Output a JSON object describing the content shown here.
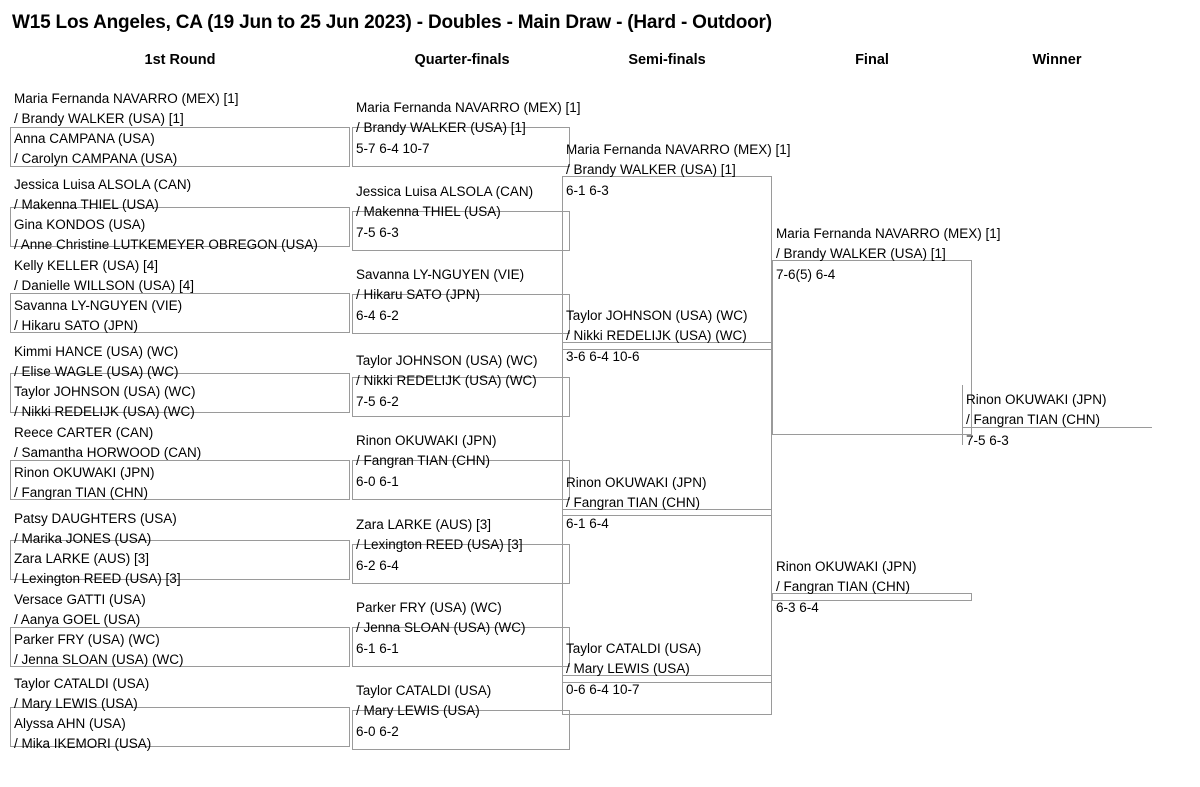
{
  "title": "W15 Los Angeles, CA (19 Jun to 25 Jun 2023) - Doubles - Main Draw - (Hard - Outdoor)",
  "headers": {
    "round1": "1st Round",
    "quarterfinals": "Quarter-finals",
    "semifinals": "Semi-finals",
    "final": "Final",
    "winner": "Winner"
  },
  "bracket": {
    "round1": [
      {
        "line1": "Maria Fernanda NAVARRO (MEX) [1]",
        "line2": "/ Brandy WALKER (USA) [1]"
      },
      {
        "line1": "Anna CAMPANA (USA)",
        "line2": "/ Carolyn CAMPANA (USA)"
      },
      {
        "line1": "Jessica Luisa ALSOLA (CAN)",
        "line2": "/ Makenna THIEL (USA)"
      },
      {
        "line1": "Gina KONDOS (USA)",
        "line2": "/ Anne Christine LUTKEMEYER OBREGON (USA)"
      },
      {
        "line1": "Kelly KELLER (USA) [4]",
        "line2": "/ Danielle WILLSON (USA) [4]"
      },
      {
        "line1": "Savanna LY-NGUYEN (VIE)",
        "line2": "/ Hikaru SATO (JPN)"
      },
      {
        "line1": "Kimmi HANCE (USA) (WC)",
        "line2": "/ Elise WAGLE (USA) (WC)"
      },
      {
        "line1": "Taylor JOHNSON (USA) (WC)",
        "line2": "/ Nikki REDELIJK (USA) (WC)"
      },
      {
        "line1": "Reece CARTER (CAN)",
        "line2": "/ Samantha HORWOOD (CAN)"
      },
      {
        "line1": "Rinon OKUWAKI (JPN)",
        "line2": "/ Fangran TIAN (CHN)"
      },
      {
        "line1": "Patsy DAUGHTERS (USA)",
        "line2": "/ Marika JONES (USA)"
      },
      {
        "line1": "Zara LARKE (AUS) [3]",
        "line2": "/ Lexington REED (USA) [3]"
      },
      {
        "line1": "Versace GATTI (USA)",
        "line2": "/ Aanya GOEL (USA)"
      },
      {
        "line1": "Parker FRY (USA) (WC)",
        "line2": "/ Jenna SLOAN (USA) (WC)"
      },
      {
        "line1": "Taylor CATALDI (USA)",
        "line2": "/ Mary LEWIS (USA)"
      },
      {
        "line1": "Alyssa AHN (USA)",
        "line2": "/ Mika IKEMORI (USA)"
      }
    ],
    "quarterfinals": [
      {
        "line1": "Maria Fernanda NAVARRO (MEX) [1]",
        "line2": "/ Brandy WALKER (USA) [1]",
        "score": "5-7 6-4 10-7"
      },
      {
        "line1": "Jessica Luisa ALSOLA (CAN)",
        "line2": "/ Makenna THIEL (USA)",
        "score": "7-5 6-3"
      },
      {
        "line1": "Savanna LY-NGUYEN (VIE)",
        "line2": "/ Hikaru SATO (JPN)",
        "score": "6-4 6-2"
      },
      {
        "line1": "Taylor JOHNSON (USA) (WC)",
        "line2": "/ Nikki REDELIJK (USA) (WC)",
        "score": "7-5 6-2"
      },
      {
        "line1": "Rinon OKUWAKI (JPN)",
        "line2": "/ Fangran TIAN (CHN)",
        "score": "6-0 6-1"
      },
      {
        "line1": "Zara LARKE (AUS) [3]",
        "line2": "/ Lexington REED (USA) [3]",
        "score": "6-2 6-4"
      },
      {
        "line1": "Parker FRY (USA) (WC)",
        "line2": "/ Jenna SLOAN (USA) (WC)",
        "score": "6-1 6-1"
      },
      {
        "line1": "Taylor CATALDI (USA)",
        "line2": "/ Mary LEWIS (USA)",
        "score": "6-0 6-2"
      }
    ],
    "semifinals": [
      {
        "line1": "Maria Fernanda NAVARRO (MEX) [1]",
        "line2": "/ Brandy WALKER (USA) [1]",
        "score": "6-1 6-3"
      },
      {
        "line1": "Taylor JOHNSON (USA) (WC)",
        "line2": "/ Nikki REDELIJK (USA) (WC)",
        "score": "3-6 6-4 10-6"
      },
      {
        "line1": "Rinon OKUWAKI (JPN)",
        "line2": "/ Fangran TIAN (CHN)",
        "score": "6-1 6-4"
      },
      {
        "line1": "Taylor CATALDI (USA)",
        "line2": "/ Mary LEWIS (USA)",
        "score": "0-6 6-4 10-7"
      }
    ],
    "final": [
      {
        "line1": "Maria Fernanda NAVARRO (MEX) [1]",
        "line2": "/ Brandy WALKER (USA) [1]",
        "score": "7-6(5) 6-4"
      },
      {
        "line1": "Rinon OKUWAKI (JPN)",
        "line2": "/ Fangran TIAN (CHN)",
        "score": "6-3 6-4"
      }
    ],
    "winner": {
      "line1": "Rinon OKUWAKI (JPN)",
      "line2": "/ Fangran TIAN (CHN)",
      "score": "7-5 6-3"
    }
  }
}
